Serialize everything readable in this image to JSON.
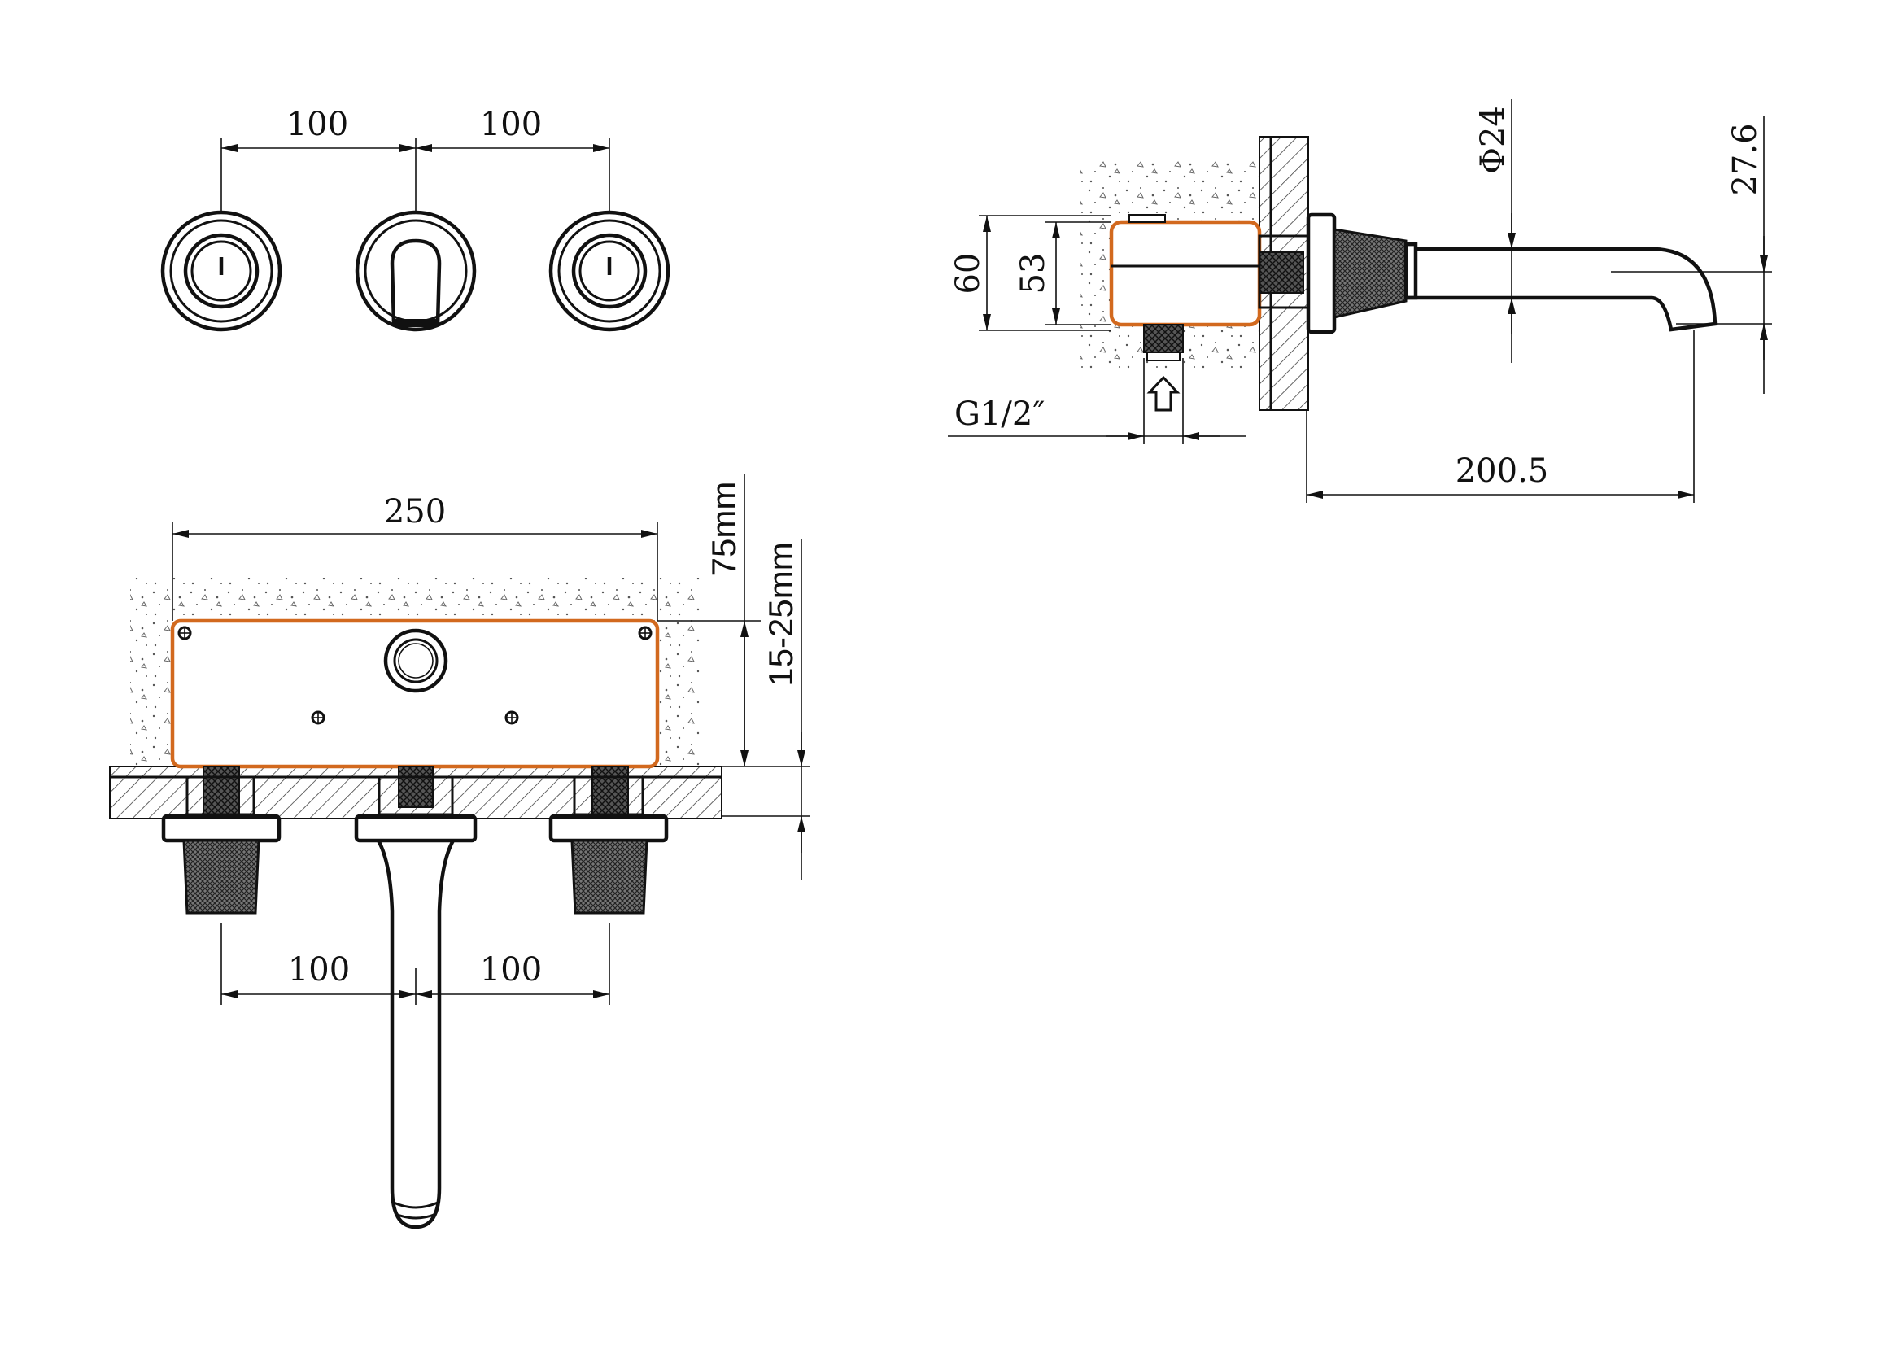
{
  "top_view": {
    "dim_left": "100",
    "dim_right": "100"
  },
  "front_view": {
    "dim_width": "250",
    "dim_depth": "75mm",
    "dim_wall": "15-25mm",
    "dim_bottom_left": "100",
    "dim_bottom_right": "100"
  },
  "side_view": {
    "dim_box_height": "60",
    "dim_box_inner": "53",
    "dim_inlet": "G1/2″",
    "dim_spout_diameter": "Φ24",
    "dim_spout_height": "27.6",
    "dim_spout_reach": "200.5"
  },
  "colors": {
    "line": "#111111",
    "body_outline": "#d2691e"
  }
}
